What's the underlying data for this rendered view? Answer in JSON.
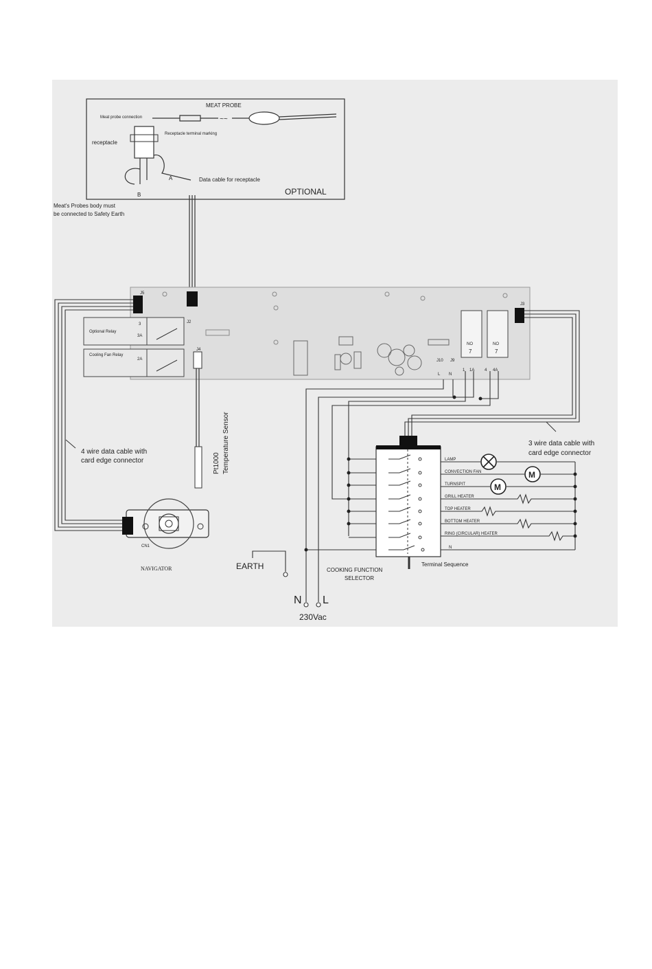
{
  "colors": {
    "panel_bg": "#ececec",
    "ink": "#222222",
    "board": "#dedede"
  },
  "probe": {
    "title": "MEAT PROBE",
    "probe_connection": "Meat probe connection",
    "terminal_marking": "Receptacle terminal marking",
    "receptacle": "receptacle",
    "data_cable": "Data cable for receptacle",
    "optional": "OPTIONAL",
    "terminal_a": "A",
    "terminal_b": "B",
    "earth_note_1": "Meat's Probes body must",
    "earth_note_2": "be connected to Safety Earth"
  },
  "board": {
    "j5": "J5",
    "j2": "J2",
    "j3": "J3",
    "j4": "J4",
    "j10": "J10",
    "j9": "J9",
    "optional_relay": "Optional Relay",
    "cooling_fan_relay": "Cooling Fan Relay",
    "relay_pin_3": "3",
    "relay_pin_3a": "3A",
    "relay_pin_2a": "2A",
    "relay_no_1": "NO",
    "relay_no_2": "NO",
    "relay_num_1": "7",
    "relay_num_2": "7",
    "term_l": "L",
    "term_n": "N",
    "term_1": "1",
    "term_1a": "1A",
    "term_4": "4",
    "term_4a": "4A"
  },
  "sensor": {
    "line1": "Pt1000",
    "line2": "Temperature Sensor"
  },
  "cables": {
    "four_wire_1": "4 wire data cable with",
    "four_wire_2": "card edge connector",
    "three_wire_1": "3 wire data cable with",
    "three_wire_2": "card edge connector"
  },
  "navigator": {
    "label": "NAVIGATOR",
    "plug": "CN1"
  },
  "selector": {
    "label_1": "COOKING FUNCTION",
    "label_2": "SELECTOR",
    "terminal_sequence": "Terminal Sequence",
    "n_marker": "N",
    "loads": [
      {
        "label": "LAMP"
      },
      {
        "label": "CONVECTION FAN"
      },
      {
        "label": "TURNSPIT"
      },
      {
        "label": "GRILL HEATER"
      },
      {
        "label": "TOP HEATER"
      },
      {
        "label": "BOTTOM HEATER"
      },
      {
        "label": "RING (CIRCULAR) HEATER"
      }
    ],
    "motor": "M"
  },
  "mains": {
    "earth": "EARTH",
    "n": "N",
    "l": "L",
    "voltage": "230Vac"
  }
}
